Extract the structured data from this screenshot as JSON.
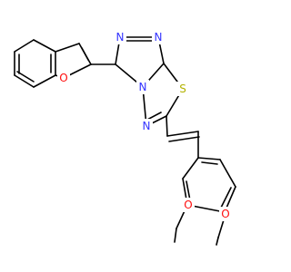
{
  "colors": {
    "bond": "#000000",
    "N": "#3333ff",
    "O": "#ff0d0d",
    "S": "#b2b200",
    "background": "#ffffff"
  },
  "atom_labels": {
    "o_furan": "O",
    "n_triazole_1": "N",
    "n_triazole_2": "N",
    "n_bridge": "N",
    "s_thiadiazole": "S",
    "n_thiadiazole": "N",
    "o_methoxy_1": "O",
    "o_methoxy_2": "O"
  }
}
